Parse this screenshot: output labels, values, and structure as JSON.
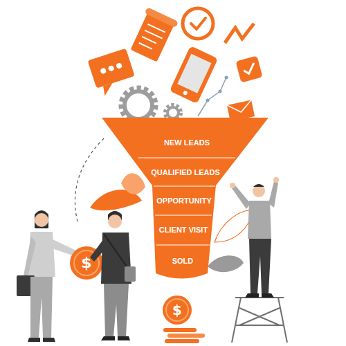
{
  "diagram": {
    "nodes": [
      {
        "text": [
          "NEW LEADS"
        ]
      },
      {
        "text": [
          "QUALIFIED LEADS"
        ]
      },
      {
        "text": [
          "OPPORTUNITY"
        ]
      },
      {
        "text": [
          "CLIENT VISIT"
        ]
      },
      {
        "text": [
          "SOLD"
        ]
      }
    ],
    "labels": [
      "$",
      "$"
    ]
  }
}
